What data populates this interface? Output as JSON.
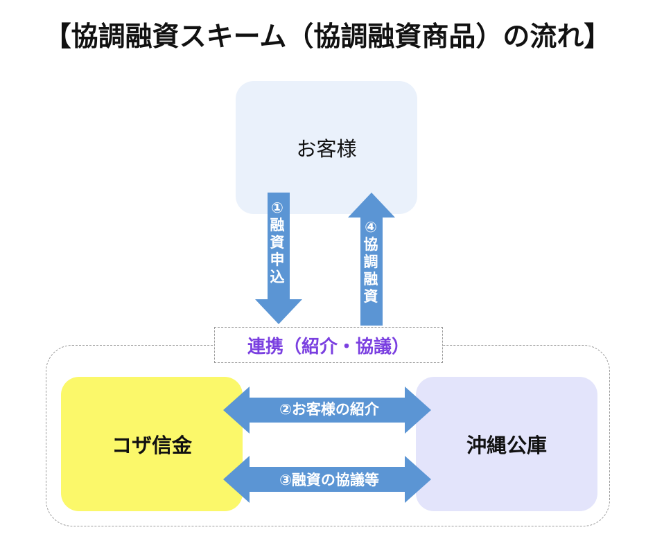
{
  "title": "【協調融資スキーム（協調融資商品）の流れ】",
  "nodes": {
    "customer": "お客様",
    "koza": "コザ信金",
    "okinawa": "沖縄公庫"
  },
  "cooperation_label": "連携（紹介・協議）",
  "steps": {
    "step1": "①融資申込",
    "step2": "②お客様の紹介",
    "step3": "③融資の協議等",
    "step4": "④協調融資"
  },
  "colors": {
    "arrow": "#5b95d4",
    "customer_box": "#eaf1fb",
    "koza_box": "#fbf86a",
    "okinawa_box": "#e3e4fb",
    "cooperation_text": "#7a3fe0"
  }
}
